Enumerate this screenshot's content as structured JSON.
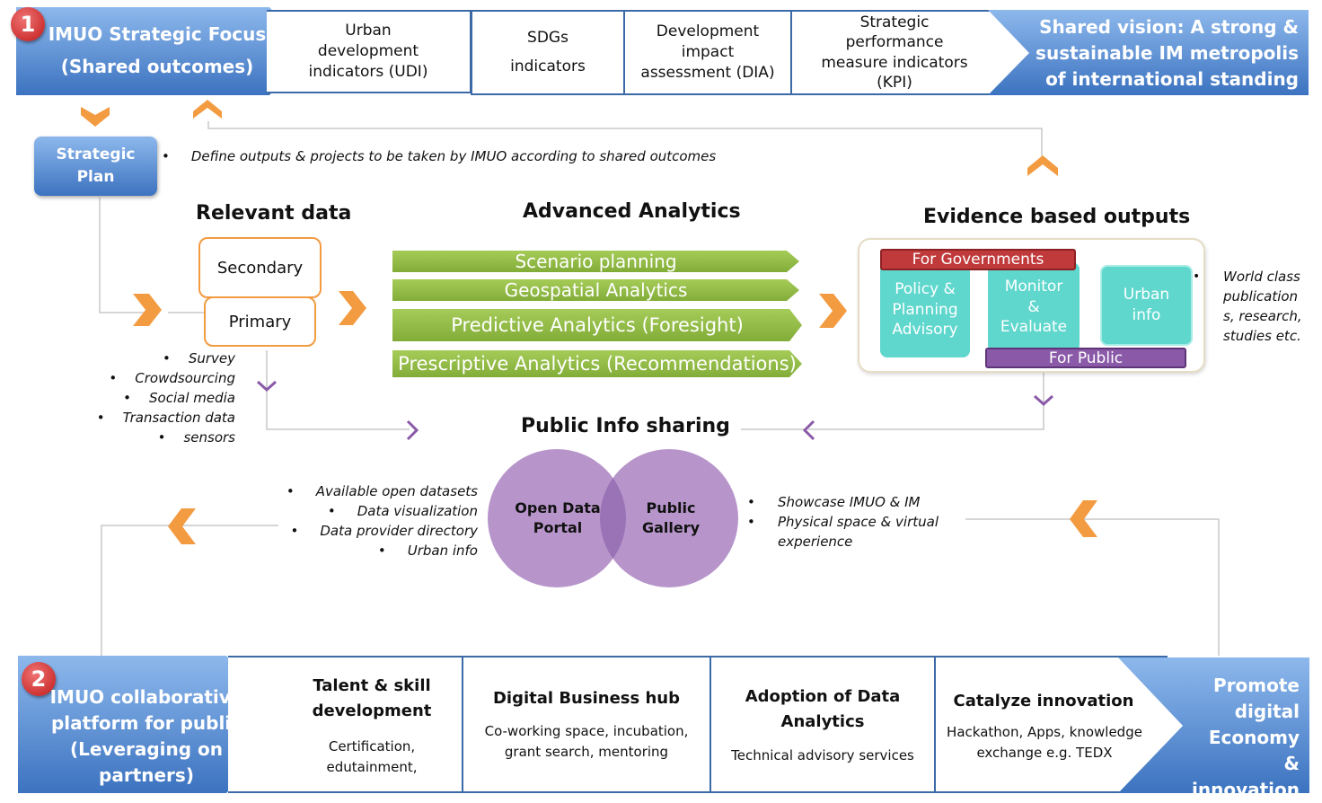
{
  "top_row": {
    "badge": "1",
    "left_title_line1": "IMUO Strategic Focus",
    "left_title_line2": "(Shared outcomes)",
    "cells": [
      "Urban development indicators (UDI)",
      "SDGs\nindicators",
      "Development impact assessment (DIA)",
      "Strategic performance measure indicators (KPI)"
    ],
    "right_title": "Shared vision: A strong & sustainable IM metropolis of international standing"
  },
  "strategic_plan": {
    "label": "Strategic Plan",
    "note": "Define outputs & projects to be taken by IMUO according to shared outcomes"
  },
  "relevant_data": {
    "heading": "Relevant data",
    "secondary": "Secondary",
    "primary": "Primary",
    "sources": [
      "Survey",
      "Crowdsourcing",
      "Social media",
      "Transaction data",
      "sensors"
    ]
  },
  "advanced_analytics": {
    "heading": "Advanced Analytics",
    "items": [
      "Scenario planning",
      "Geospatial Analytics",
      "Predictive Analytics (Foresight)",
      "Prescriptive Analytics (Recommendations)"
    ]
  },
  "evidence": {
    "heading": "Evidence based outputs",
    "for_governments": "For Governments",
    "for_public": "For Public",
    "boxes": [
      "Policy & Planning Advisory",
      "Monitor & Evaluate",
      "Urban info"
    ],
    "side_note": "World class publication s, research, studies etc."
  },
  "public_info": {
    "heading": "Public Info sharing",
    "left_circle": "Open Data Portal",
    "right_circle": "Public Gallery",
    "left_items": [
      "Available open datasets",
      "Data visualization",
      "Data provider directory",
      "Urban info"
    ],
    "right_items": [
      "Showcase IMUO & IM",
      "Physical space & virtual experience"
    ]
  },
  "bottom_row": {
    "badge": "2",
    "left_title": "IMUO collaborative platform for public (Leveraging on partners)",
    "cells": [
      {
        "title": "Talent & skill development",
        "sub": "Certification, edutainment,"
      },
      {
        "title": "Digital Business hub",
        "sub": "Co-working space, incubation, grant search, mentoring"
      },
      {
        "title": "Adoption of Data Analytics",
        "sub": "Technical advisory services"
      },
      {
        "title": "Catalyze innovation",
        "sub": "Hackathon, Apps, knowledge exchange e.g. TEDX"
      }
    ],
    "right_title": "Promote digital Economy & innovation"
  },
  "colors": {
    "banner_blue": "#4a84cf",
    "orange": "#f39b41",
    "green": "#8fb84a",
    "teal": "#5fd7cd",
    "red": "#c0393b",
    "purple": "#8a5aa8",
    "circle_purple": "#b795cb"
  }
}
